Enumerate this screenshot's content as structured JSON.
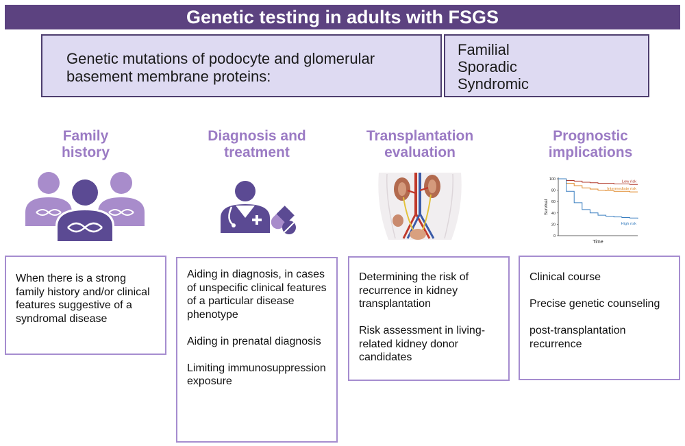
{
  "title": "Genetic testing in adults with FSGS",
  "mutation_types": {
    "description": "Genetic mutations of podocyte and glomerular basement membrane proteins:",
    "items": [
      "Familial",
      "Sporadic",
      "Syndromic"
    ]
  },
  "columns": [
    {
      "heading_line1": "Family",
      "heading_line2": "history",
      "icon": "family-dna-icon",
      "paragraphs": [
        "When there is a strong family history and/or clinical features suggestive of a syndromal disease"
      ]
    },
    {
      "heading_line1": "Diagnosis and",
      "heading_line2": "treatment",
      "icon": "doctor-pills-icon",
      "paragraphs": [
        "Aiding in diagnosis, in cases of unspecific clinical features of a particular disease phenotype",
        "Aiding in prenatal diagnosis",
        "Limiting immunosuppression exposure"
      ]
    },
    {
      "heading_line1": "Transplantation",
      "heading_line2": "evaluation",
      "icon": "kidney-anatomy-icon",
      "paragraphs": [
        "Determining the risk of recurrence in kidney transplantation",
        "Risk assessment in living-related kidney donor candidates"
      ]
    },
    {
      "heading_line1": "Prognostic",
      "heading_line2": "implications",
      "icon": "survival-curve-icon",
      "paragraphs": [
        "Clinical course",
        "Precise genetic counseling",
        "post-transplantation recurrence"
      ]
    }
  ],
  "colors": {
    "title_bg": "#5c4280",
    "box_fill": "#dedaf2",
    "heading": "#9b7bc4",
    "card_border": "#a58ccf",
    "icon_dark": "#5b4a93",
    "icon_light": "#a88ccb"
  },
  "chart_data": {
    "type": "line",
    "title": "",
    "xlabel": "Time",
    "ylabel": "Survival",
    "ylim": [
      0,
      100
    ],
    "yticks": [
      0,
      20,
      40,
      60,
      80,
      100
    ],
    "x": [
      0,
      1,
      2,
      3,
      4,
      5,
      6,
      7,
      8,
      9,
      10
    ],
    "series": [
      {
        "name": "Low risk",
        "color": "#b0392b",
        "values": [
          100,
          97,
          96,
          94,
          93,
          92,
          92,
          91,
          91,
          90,
          90
        ]
      },
      {
        "name": "Intermediate risk",
        "color": "#e08a2b",
        "values": [
          100,
          92,
          88,
          84,
          82,
          80,
          79,
          78,
          78,
          77,
          77
        ]
      },
      {
        "name": "High risk",
        "color": "#3a7fc0",
        "values": [
          100,
          78,
          58,
          46,
          40,
          36,
          34,
          33,
          32,
          31,
          30
        ]
      }
    ]
  }
}
